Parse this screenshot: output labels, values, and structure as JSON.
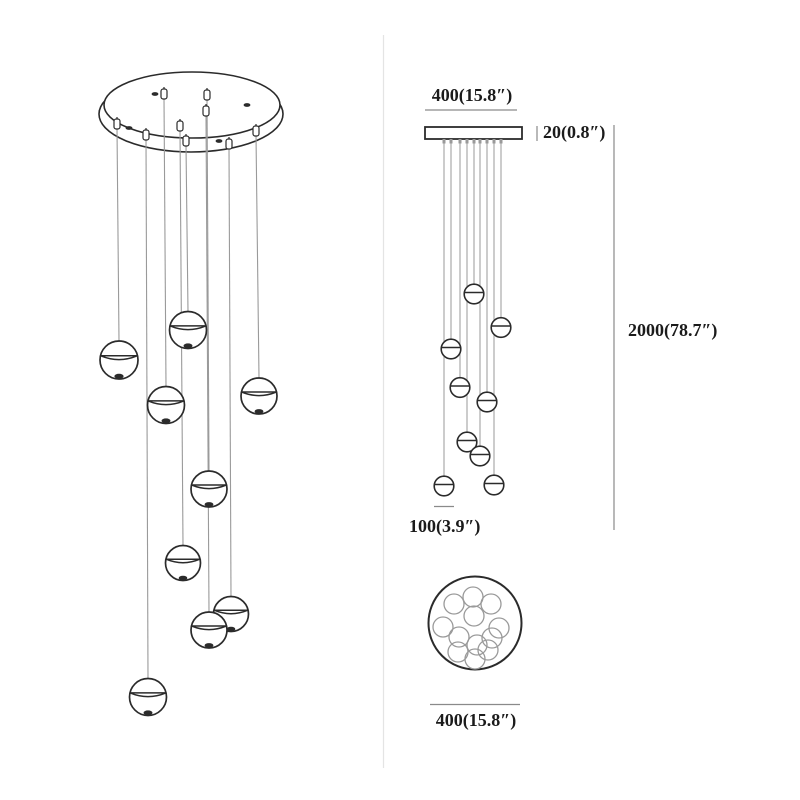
{
  "diagram": {
    "type": "pendant-chandelier-dimension-drawing",
    "labels": {
      "canopy_width": "400(15.8″)",
      "canopy_thickness": "20(0.8″)",
      "drop_height": "2000(78.7″)",
      "ball_diameter": "100(3.9″)",
      "base_width": "400(15.8″)"
    }
  },
  "colors": {
    "paper": "#ffffff",
    "ink": "#2b2b2b",
    "cord": "#9a9a9a",
    "dim": "#8a8a8a",
    "divider": "#e4e4e4",
    "text": "#1b1b1b"
  }
}
